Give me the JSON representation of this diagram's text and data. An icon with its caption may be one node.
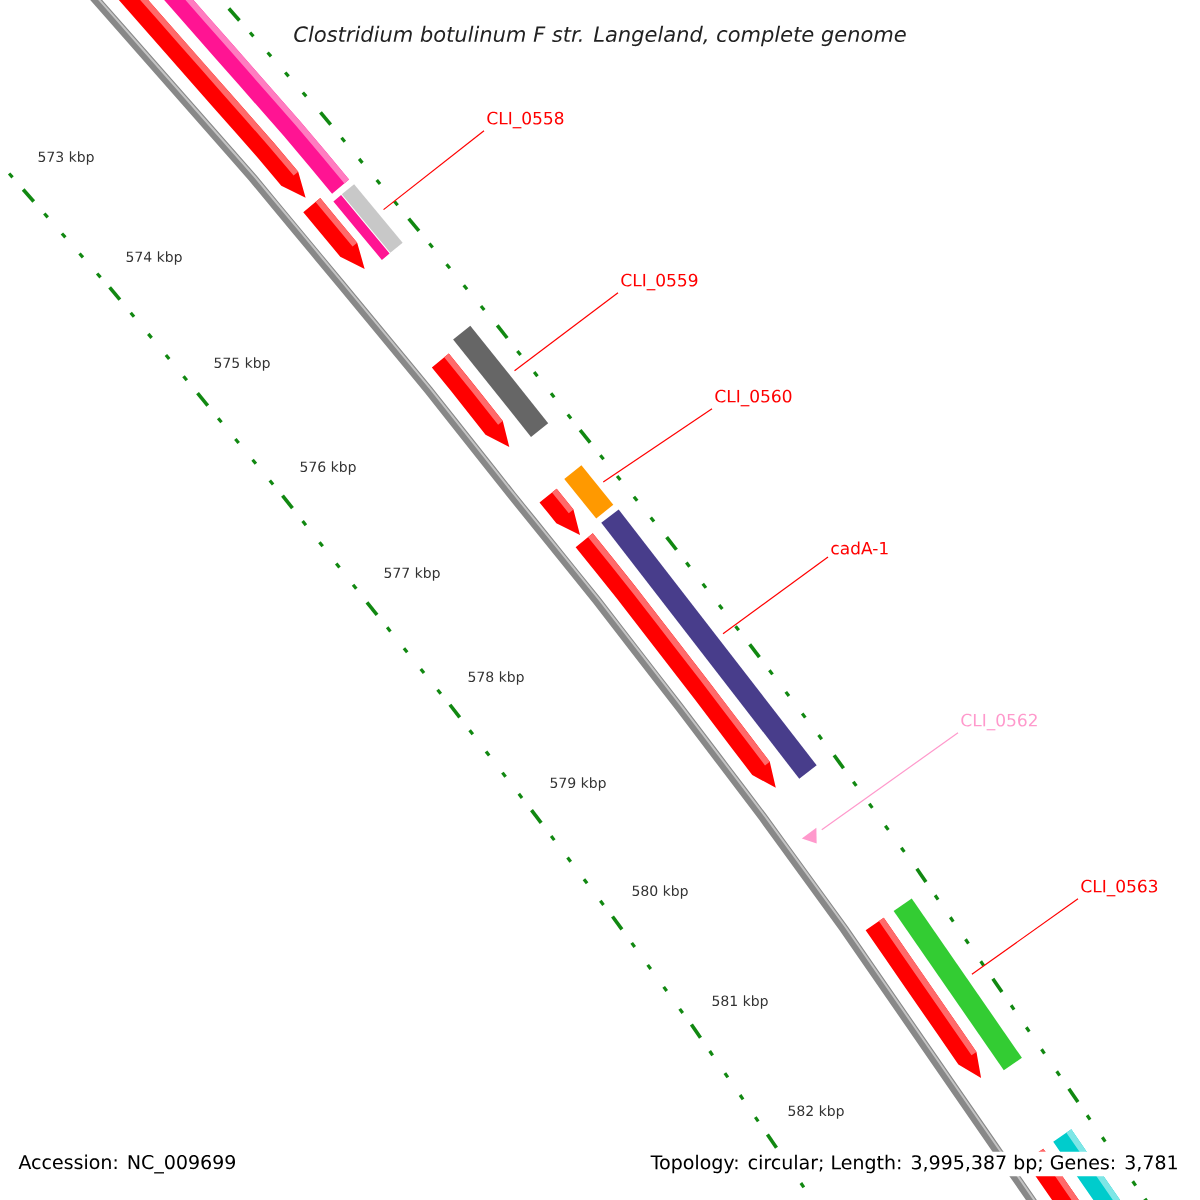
{
  "diagram": {
    "title": "Clostridium botulinum F str. Langeland, complete genome",
    "nodes": [
      {
        "text": [
          "CLI_0558"
        ]
      },
      {
        "text": [
          "CLI_0559"
        ]
      },
      {
        "text": [
          "CLI_0560"
        ]
      },
      {
        "text": [
          "cadA-1"
        ]
      },
      {
        "text": [
          "CLI_0562"
        ]
      },
      {
        "text": [
          "CLI_0563"
        ]
      },
      {
        "text": [],
        "shape": "bar"
      },
      {
        "text": [],
        "shape": "bar"
      },
      {
        "text": [],
        "shape": "bar"
      },
      {
        "text": [],
        "shape": "bar"
      },
      {
        "text": [],
        "shape": "triangle"
      },
      {
        "text": [],
        "shape": "bar"
      }
    ],
    "edges": [
      {
        "from": 0,
        "to": 6,
        "arrow": "none"
      },
      {
        "from": 1,
        "to": 7,
        "arrow": "none"
      },
      {
        "from": 2,
        "to": 8,
        "arrow": "none"
      },
      {
        "from": 3,
        "to": 9,
        "arrow": "none"
      },
      {
        "from": 4,
        "to": 10,
        "arrow": "none",
        "color": "#ff99cc"
      },
      {
        "from": 5,
        "to": 11,
        "arrow": "none"
      }
    ],
    "labels": [
      "573 kbp",
      "574 kbp",
      "575 kbp",
      "576 kbp",
      "577 kbp",
      "578 kbp",
      "579 kbp",
      "580 kbp",
      "581 kbp",
      "582 kbp",
      "Accession: NC_009699",
      "Topology: circular; Length: 3,995,387 bp; Genes: 3,781"
    ]
  }
}
